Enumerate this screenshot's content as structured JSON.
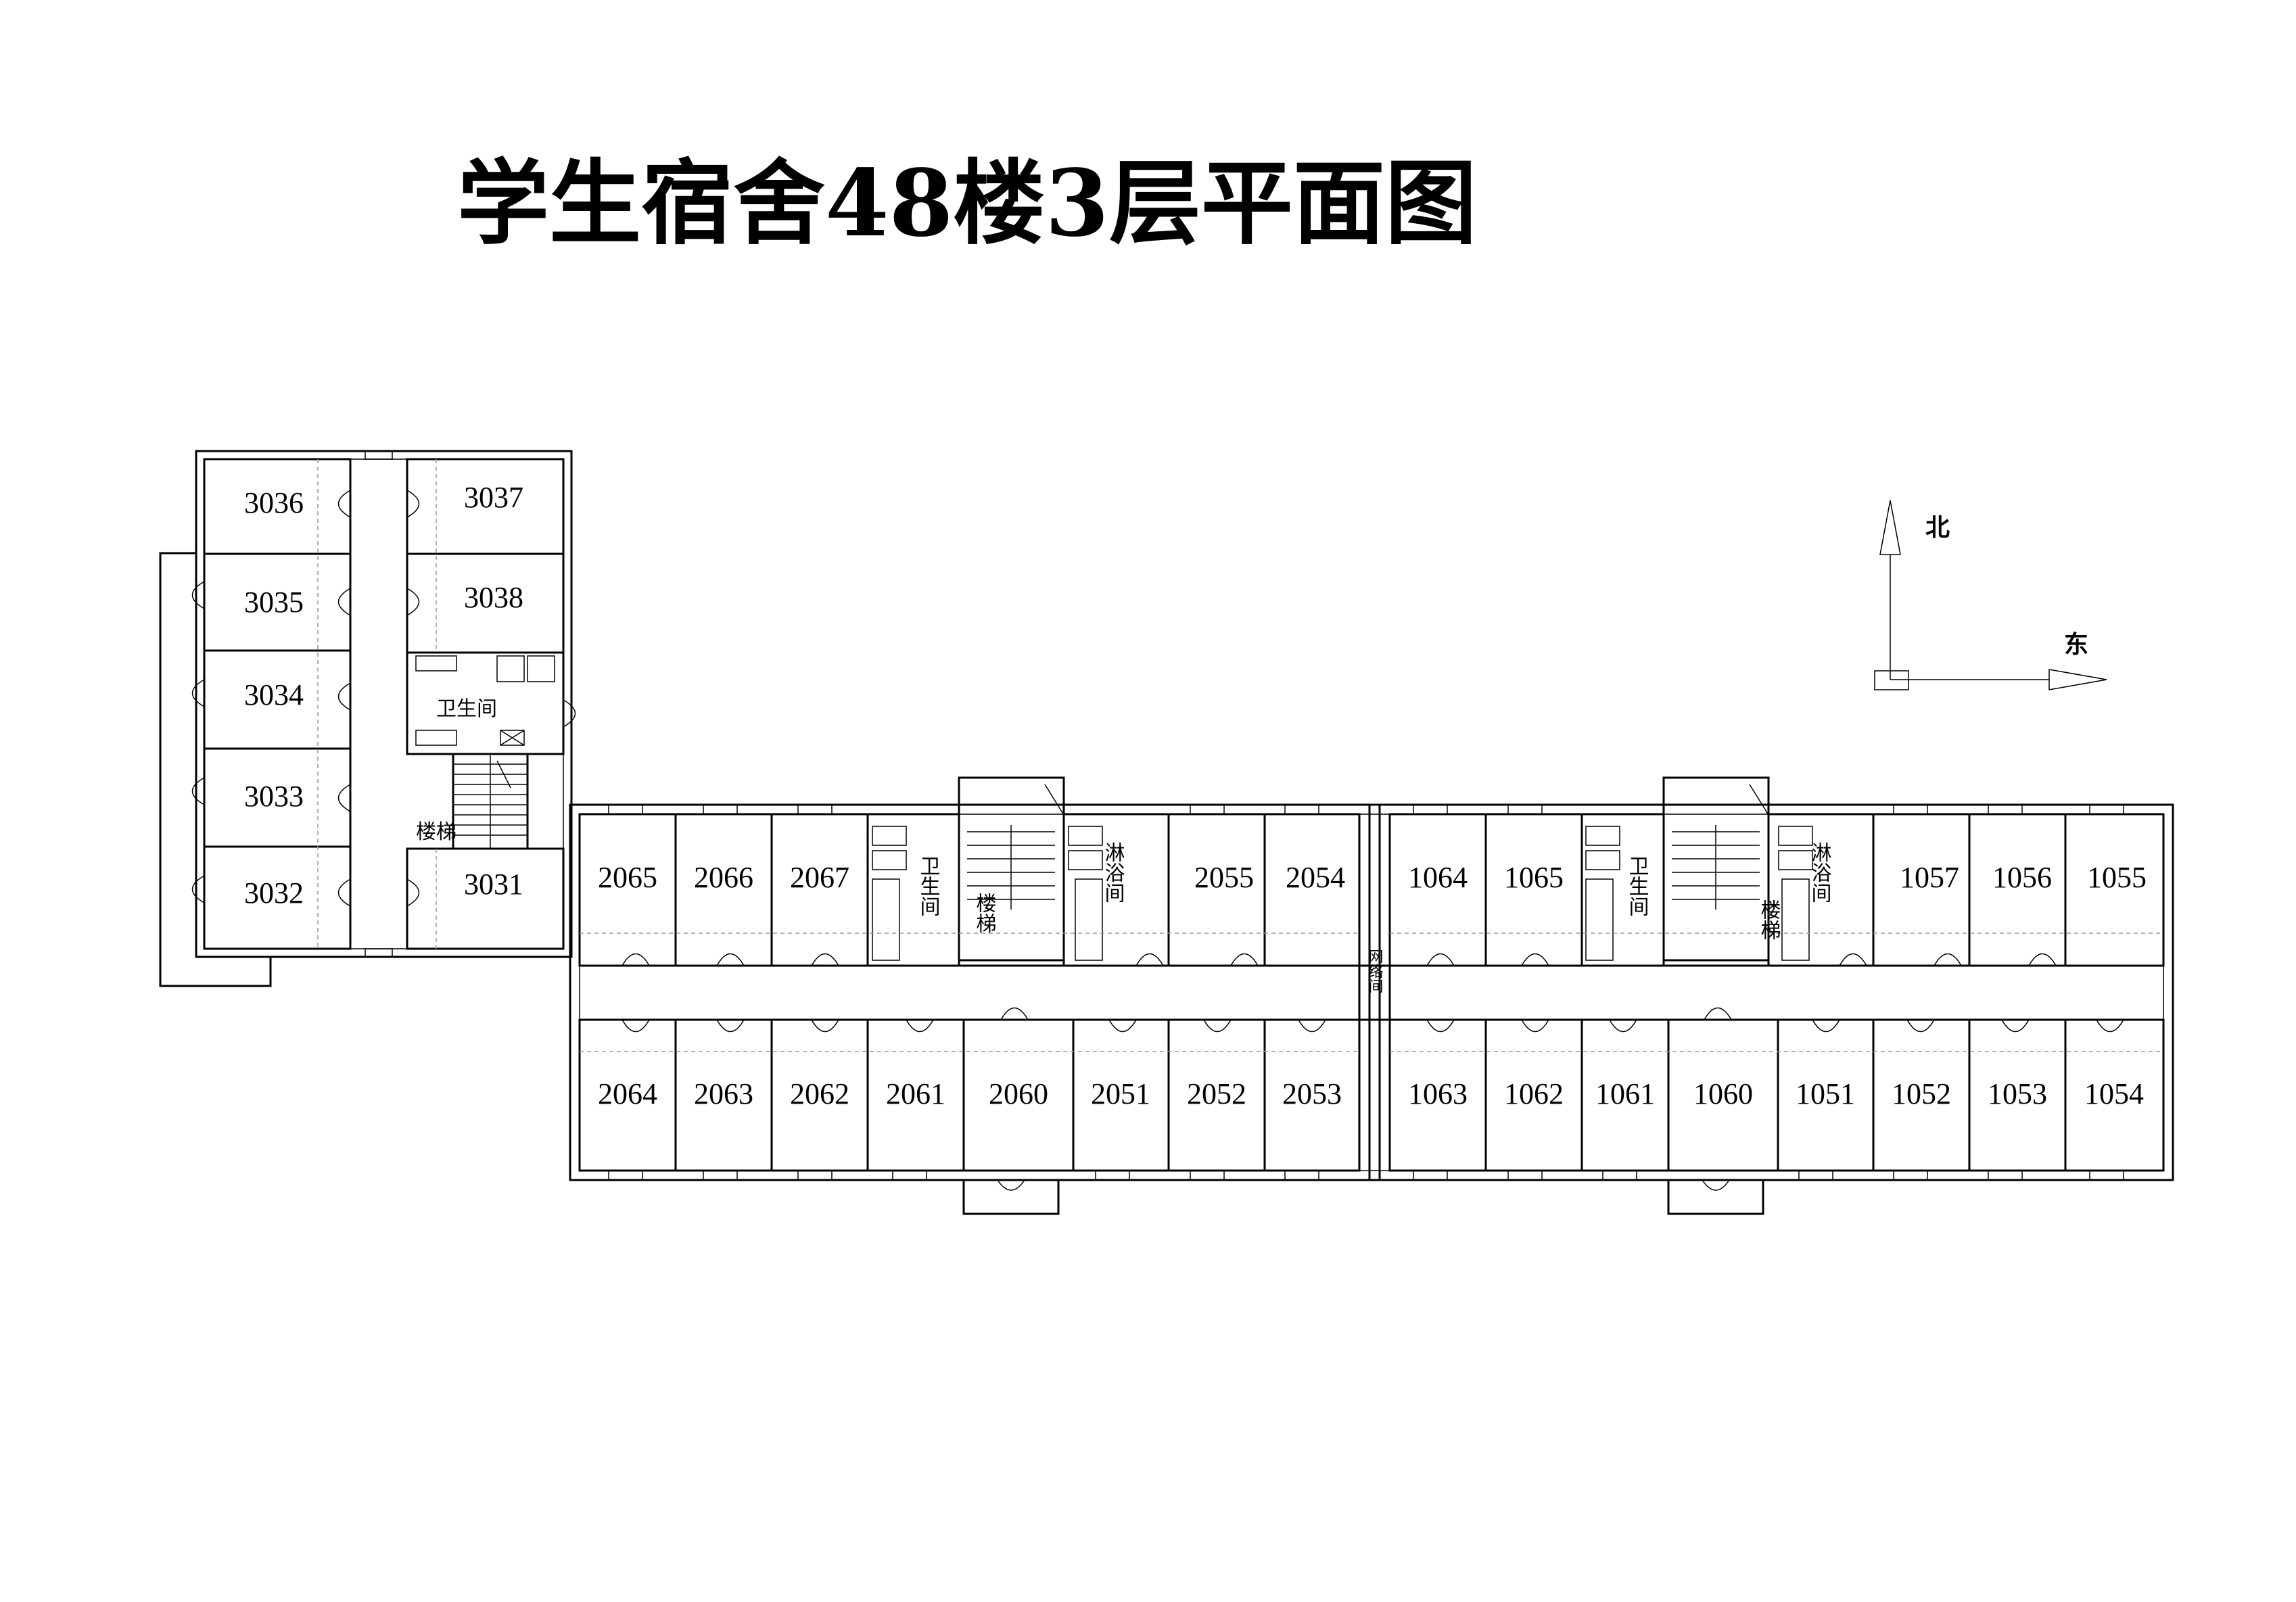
{
  "title": "学生宿舍48楼3层平面图",
  "compass": {
    "north": "北",
    "east": "东"
  },
  "rooms": {
    "west_wing": [
      "3036",
      "3037",
      "3035",
      "3038",
      "3034",
      "3033",
      "3032",
      "3031"
    ],
    "north_row": [
      "2065",
      "2066",
      "2067",
      "2055",
      "2054",
      "1064",
      "1065",
      "1057",
      "1056",
      "1055"
    ],
    "south_row": [
      "2064",
      "2063",
      "2062",
      "2061",
      "2060",
      "2051",
      "2052",
      "2053",
      "1063",
      "1062",
      "1061",
      "1060",
      "1051",
      "1052",
      "1053",
      "1054"
    ]
  },
  "labels": {
    "toilet": "卫生间",
    "stairs": "楼梯",
    "shower": "淋浴间",
    "network": "网络间"
  }
}
